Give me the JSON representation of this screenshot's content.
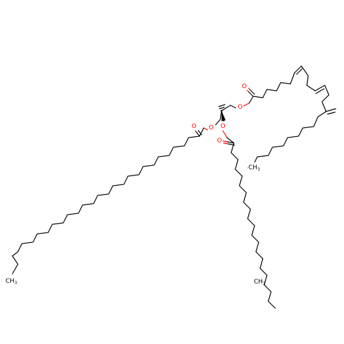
{
  "molecule": {
    "atoms": {
      "oxygen": "O",
      "methyl_main": "CH",
      "methyl_sub": "3"
    },
    "colors": {
      "carbon": "#000000",
      "oxygen": "#ff0000"
    },
    "stereo_marks": [
      "wedge",
      "hash"
    ]
  }
}
